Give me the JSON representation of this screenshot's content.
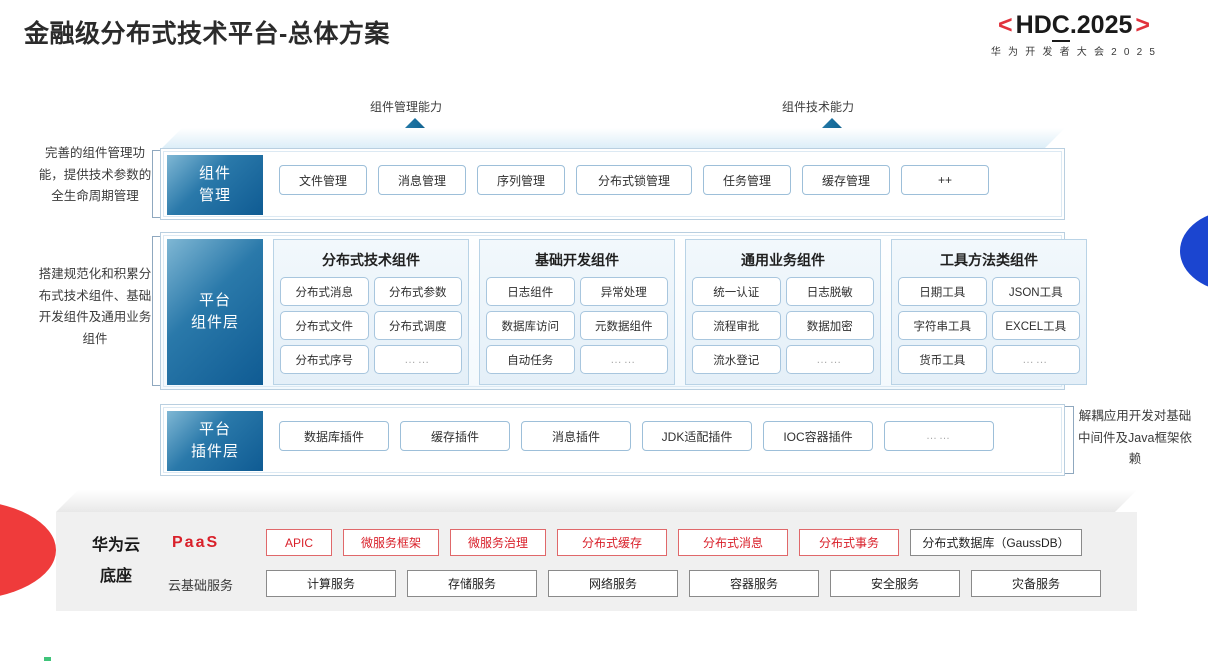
{
  "header": {
    "title": "金融级分布式技术平台-总体方案",
    "logo_prefix": "<",
    "logo_h": "H",
    "logo_d": "D",
    "logo_c": "C",
    "logo_rest": ".2025",
    "logo_suffix": ">",
    "logo_subtitle": "华 为 开 发 者 大 会 2 0 2 5"
  },
  "arrows": {
    "left_label": "组件管理能力",
    "right_label": "组件技术能力"
  },
  "side_notes": {
    "left_top": "完善的组件管理功能，提供技术参数的全生命周期管理",
    "left_bottom": "搭建规范化和积累分布式技术组件、基础开发组件及通用业务组件",
    "right": "解耦应用开发对基础中间件及Java框架依赖"
  },
  "component_management": {
    "label": "组件\n管理",
    "label_line1": "组件",
    "label_line2": "管理",
    "chips": [
      {
        "text": "文件管理",
        "width": 88
      },
      {
        "text": "消息管理",
        "width": 88
      },
      {
        "text": "序列管理",
        "width": 88
      },
      {
        "text": "分布式锁管理",
        "width": 116
      },
      {
        "text": "任务管理",
        "width": 88
      },
      {
        "text": "缓存管理",
        "width": 88
      },
      {
        "text": "++",
        "width": 88
      }
    ]
  },
  "platform_component_layer": {
    "label_line1": "平台",
    "label_line2": "组件层",
    "groups": [
      {
        "title": "分布式技术组件",
        "items": [
          "分布式消息",
          "分布式参数",
          "分布式文件",
          "分布式调度",
          "分布式序号",
          "……"
        ]
      },
      {
        "title": "基础开发组件",
        "items": [
          "日志组件",
          "异常处理",
          "数据库访问",
          "元数据组件",
          "自动任务",
          "……"
        ]
      },
      {
        "title": "通用业务组件",
        "items": [
          "统一认证",
          "日志脱敏",
          "流程审批",
          "数据加密",
          "流水登记",
          "……"
        ]
      },
      {
        "title": "工具方法类组件",
        "items": [
          "日期工具",
          "JSON工具",
          "字符串工具",
          "EXCEL工具",
          "货币工具",
          "……"
        ]
      }
    ]
  },
  "plugin_layer": {
    "label_line1": "平台",
    "label_line2": "插件层",
    "chips": [
      {
        "text": "数据库插件",
        "width": 110
      },
      {
        "text": "缓存插件",
        "width": 110
      },
      {
        "text": "消息插件",
        "width": 110
      },
      {
        "text": "JDK适配插件",
        "width": 110
      },
      {
        "text": "IOC容器插件",
        "width": 110
      },
      {
        "text": "……",
        "width": 110
      }
    ]
  },
  "huawei_cloud_base": {
    "label_line1": "华为云",
    "label_line2": "底座",
    "paas_label": "PaaS",
    "cloud_base_label": "云基础服务",
    "paas_items": [
      {
        "text": "APIC",
        "highlight": true,
        "width": 66
      },
      {
        "text": "微服务框架",
        "highlight": true,
        "width": 96
      },
      {
        "text": "微服务治理",
        "highlight": true,
        "width": 96
      },
      {
        "text": "分布式缓存",
        "highlight": true,
        "width": 110
      },
      {
        "text": "分布式消息",
        "highlight": true,
        "width": 110
      },
      {
        "text": "分布式事务",
        "highlight": true,
        "width": 100
      },
      {
        "text": "分布式数据库（GaussDB）",
        "highlight": false,
        "width": 172
      }
    ],
    "cloud_items": [
      {
        "text": "计算服务",
        "width": 130
      },
      {
        "text": "存储服务",
        "width": 130
      },
      {
        "text": "网络服务",
        "width": 130
      },
      {
        "text": "容器服务",
        "width": 130
      },
      {
        "text": "安全服务",
        "width": 130
      },
      {
        "text": "灾备服务",
        "width": 130
      }
    ]
  },
  "colors": {
    "accent_red": "#d9202a",
    "brand_blue": "#0f5b93",
    "arrow_blue": "#1b6a96",
    "panel_border": "#b9cfe0",
    "base_gray": "#f0f0f0"
  }
}
